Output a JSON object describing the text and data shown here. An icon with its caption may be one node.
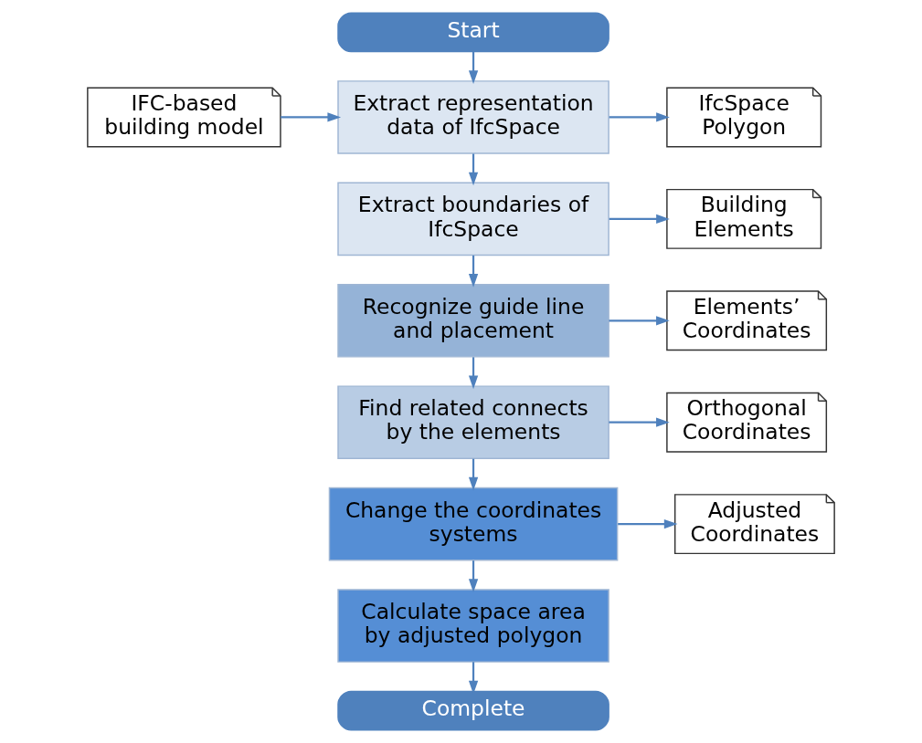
{
  "diagram": {
    "nodes": [
      {
        "text": [
          "Start"
        ]
      },
      {
        "text": [
          "IFC-based building model"
        ]
      },
      {
        "text": [
          "Extract representation data of IfcSpace"
        ]
      },
      {
        "text": [
          "IfcSpace Polygon"
        ]
      },
      {
        "text": [
          "Extract boundaries of IfcSpace"
        ]
      },
      {
        "text": [
          "Building Elements"
        ]
      },
      {
        "text": [
          "Recognize guide line and placement"
        ]
      },
      {
        "text": [
          "Elements’ Coordinates"
        ]
      },
      {
        "text": [
          "Find related connects by the elements"
        ]
      },
      {
        "text": [
          "Orthogonal Coordinates"
        ]
      },
      {
        "text": [
          "Change the coordinates systems"
        ]
      },
      {
        "text": [
          "Adjusted Coordinates"
        ]
      },
      {
        "text": [
          "Calculate space area by adjusted polygon"
        ]
      },
      {
        "text": [
          "Complete"
        ]
      }
    ],
    "edges": [
      {
        "from": 0,
        "to": 2,
        "arrow": "to"
      },
      {
        "from": 1,
        "to": 2,
        "arrow": "to"
      },
      {
        "from": 2,
        "to": 3,
        "arrow": "to"
      },
      {
        "from": 2,
        "to": 4,
        "arrow": "to"
      },
      {
        "from": 4,
        "to": 5,
        "arrow": "to"
      },
      {
        "from": 4,
        "to": 6,
        "arrow": "to"
      },
      {
        "from": 6,
        "to": 7,
        "arrow": "to"
      },
      {
        "from": 6,
        "to": 8,
        "arrow": "to"
      },
      {
        "from": 8,
        "to": 9,
        "arrow": "to"
      },
      {
        "from": 8,
        "to": 10,
        "arrow": "to"
      },
      {
        "from": 10,
        "to": 11,
        "arrow": "to"
      },
      {
        "from": 10,
        "to": 12,
        "arrow": "to"
      },
      {
        "from": 12,
        "to": 13,
        "arrow": "to"
      }
    ]
  }
}
